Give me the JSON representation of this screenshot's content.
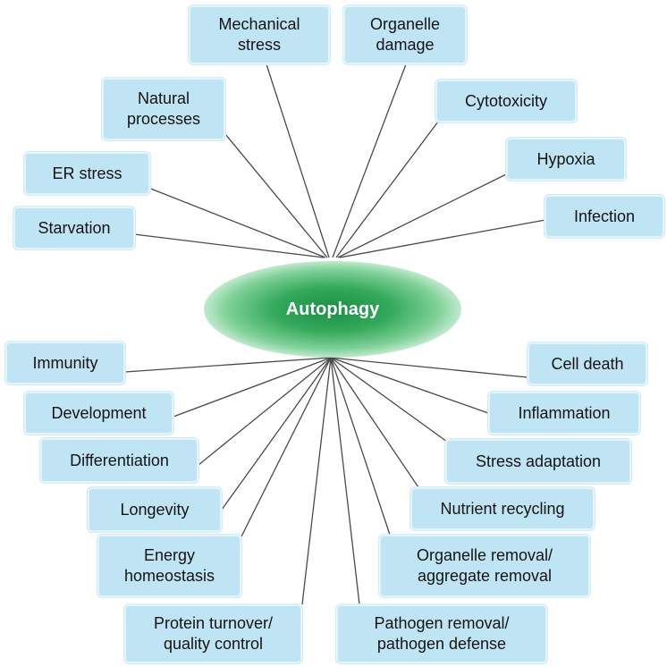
{
  "center": {
    "label": "Autophagy"
  },
  "inducers": [
    {
      "id": "mechanical-stress",
      "label": "Mechanical\nstress"
    },
    {
      "id": "organelle-damage",
      "label": "Organelle\ndamage"
    },
    {
      "id": "natural-processes",
      "label": "Natural\nprocesses"
    },
    {
      "id": "cytotoxicity",
      "label": "Cytotoxicity"
    },
    {
      "id": "hypoxia",
      "label": "Hypoxia"
    },
    {
      "id": "er-stress",
      "label": "ER stress"
    },
    {
      "id": "infection",
      "label": "Infection"
    },
    {
      "id": "starvation",
      "label": "Starvation"
    }
  ],
  "functions": [
    {
      "id": "immunity",
      "label": "Immunity"
    },
    {
      "id": "cell-death",
      "label": "Cell death"
    },
    {
      "id": "development",
      "label": "Development"
    },
    {
      "id": "inflammation",
      "label": "Inflammation"
    },
    {
      "id": "differentiation",
      "label": "Differentiation"
    },
    {
      "id": "stress-adaptation",
      "label": "Stress adaptation"
    },
    {
      "id": "longevity",
      "label": "Longevity"
    },
    {
      "id": "nutrient-recycling",
      "label": "Nutrient recycling"
    },
    {
      "id": "energy-homeostasis",
      "label": "Energy\nhomeostasis"
    },
    {
      "id": "organelle-removal",
      "label": "Organelle removal/\naggregate removal"
    },
    {
      "id": "protein-turnover",
      "label": "Protein turnover/\nquality control"
    },
    {
      "id": "pathogen-removal",
      "label": "Pathogen removal/\npathogen defense"
    }
  ]
}
